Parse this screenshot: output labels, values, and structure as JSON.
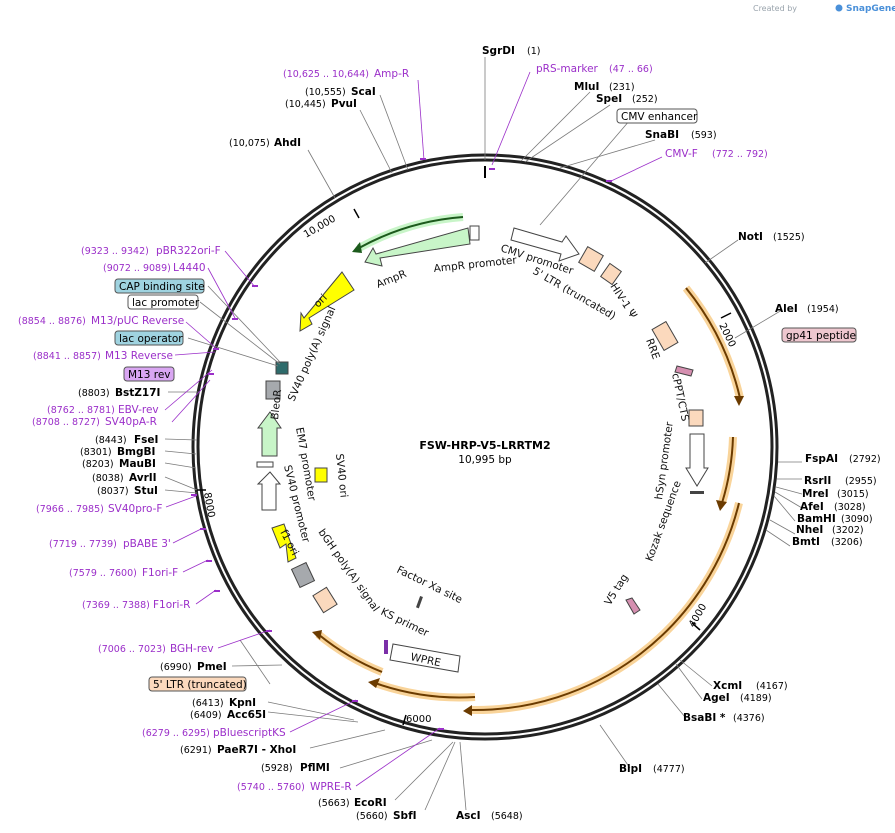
{
  "credit": {
    "text": "Created by",
    "brand": "SnapGene"
  },
  "plasmid": {
    "name": "FSW-HRP-V5-LRRTM2",
    "length": "10,995 bp"
  },
  "ticks": [
    "2000",
    "4000",
    "6000",
    "8000",
    "10,000"
  ],
  "enzymes": [
    {
      "name": "SgrDI",
      "pos": "(1)"
    },
    {
      "name": "MluI",
      "pos": "(231)"
    },
    {
      "name": "SpeI",
      "pos": "(252)"
    },
    {
      "name": "SnaBI",
      "pos": "(593)"
    },
    {
      "name": "NotI",
      "pos": "(1525)"
    },
    {
      "name": "AleI",
      "pos": "(1954)"
    },
    {
      "name": "FspAI",
      "pos": "(2792)"
    },
    {
      "name": "RsrII",
      "pos": "(2955)"
    },
    {
      "name": "MreI",
      "pos": "(3015)"
    },
    {
      "name": "AfeI",
      "pos": "(3028)"
    },
    {
      "name": "BamHI",
      "pos": "(3090)"
    },
    {
      "name": "NheI",
      "pos": "(3202)"
    },
    {
      "name": "BmtI",
      "pos": "(3206)"
    },
    {
      "name": "XcmI",
      "pos": "(4167)"
    },
    {
      "name": "AgeI",
      "pos": "(4189)"
    },
    {
      "name": "BsaBI *",
      "pos": "(4376)"
    },
    {
      "name": "BlpI",
      "pos": "(4777)"
    },
    {
      "name": "AscI",
      "pos": "(5648)"
    },
    {
      "name": "SbfI",
      "pos": "(5660)"
    },
    {
      "name": "EcoRI",
      "pos": "(5663)"
    },
    {
      "name": "PflMI",
      "pos": "(5928)"
    },
    {
      "name": "PaeR7I - XhoI",
      "pos": "(6291)"
    },
    {
      "name": "Acc65I",
      "pos": "(6409)"
    },
    {
      "name": "KpnI",
      "pos": "(6413)"
    },
    {
      "name": "PmeI",
      "pos": "(6990)"
    },
    {
      "name": "StuI",
      "pos": "(8037)"
    },
    {
      "name": "AvrII",
      "pos": "(8038)"
    },
    {
      "name": "MauBI",
      "pos": "(8203)"
    },
    {
      "name": "BmgBI",
      "pos": "(8301)"
    },
    {
      "name": "FseI",
      "pos": "(8443)"
    },
    {
      "name": "BstZ17I",
      "pos": "(8803)"
    },
    {
      "name": "AhdI",
      "pos": "(10,075)"
    },
    {
      "name": "PvuI",
      "pos": "(10,445)"
    },
    {
      "name": "ScaI",
      "pos": "(10,555)"
    }
  ],
  "primers": [
    {
      "name": "pRS-marker",
      "pos": "(47 .. 66)"
    },
    {
      "name": "CMV-F",
      "pos": "(772 .. 792)"
    },
    {
      "name": "Amp-R",
      "pos": "(10,625 .. 10,644)"
    },
    {
      "name": "pBR322ori-F",
      "pos": "(9323 .. 9342)"
    },
    {
      "name": "L4440",
      "pos": "(9072 .. 9089)"
    },
    {
      "name": "M13/pUC Reverse",
      "pos": "(8854 .. 8876)"
    },
    {
      "name": "M13 Reverse",
      "pos": "(8841 .. 8857)"
    },
    {
      "name": "EBV-rev",
      "pos": "(8762 .. 8781)"
    },
    {
      "name": "SV40pA-R",
      "pos": "(8708 .. 8727)"
    },
    {
      "name": "SV40pro-F",
      "pos": "(7966 .. 7985)"
    },
    {
      "name": "pBABE 3'",
      "pos": "(7719 .. 7739)"
    },
    {
      "name": "F1ori-F",
      "pos": "(7579 .. 7600)"
    },
    {
      "name": "F1ori-R",
      "pos": "(7369 .. 7388)"
    },
    {
      "name": "BGH-rev",
      "pos": "(7006 .. 7023)"
    },
    {
      "name": "pBluescriptKS",
      "pos": "(6279 .. 6295)"
    },
    {
      "name": "WPRE-R",
      "pos": "(5740 .. 5760)"
    }
  ],
  "boxed_labels": [
    {
      "text": "CMV enhancer",
      "fill": "#ffffff"
    },
    {
      "text": "gp41 peptide",
      "fill": "#eec7cf"
    },
    {
      "text": "CAP binding site",
      "fill": "#9fd3e0"
    },
    {
      "text": "lac promoter",
      "fill": "#ffffff"
    },
    {
      "text": "lac operator",
      "fill": "#9fd3e0"
    },
    {
      "text": "M13 rev",
      "fill": "#d9a6f2"
    },
    {
      "text": "5' LTR (truncated)",
      "fill": "#fbd9bd"
    }
  ],
  "features": [
    "CMV promoter",
    "5' LTR (truncated)",
    "HIV-1 Ψ",
    "RRE",
    "cPPT/CTS",
    "hSyn promoter",
    "Kozak sequence",
    "V5 tag",
    "WPRE",
    "KS primer",
    "Factor Xa site",
    "bGH poly(A) signal",
    "f1 ori",
    "SV40 promoter",
    "EM7 promoter",
    "BleoR",
    "SV40 ori",
    "SV40 poly(A) signal",
    "ori",
    "AmpR",
    "AmpR promoter"
  ],
  "colors": {
    "primer": "#9b2fc9",
    "orf": "#f6a623",
    "ori": "#ffff00",
    "marker": "#c8f5c8",
    "ltr": "#fbd9bd",
    "backbone": "#222222"
  }
}
